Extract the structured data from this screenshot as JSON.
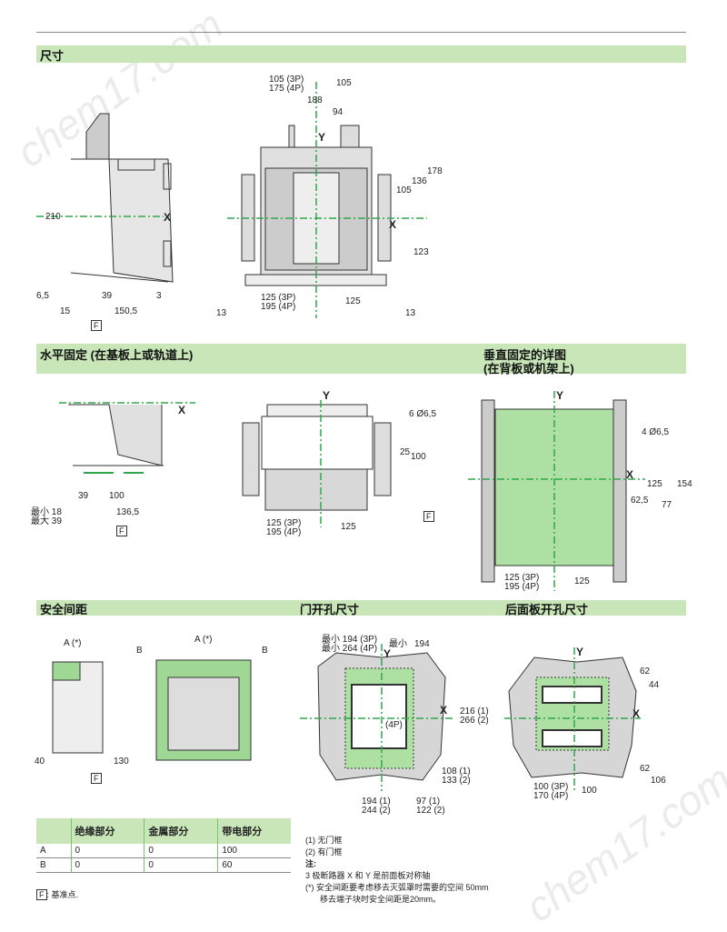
{
  "watermark": "chem17.com",
  "sections": {
    "dimensions": "尺寸",
    "horizontal": "水平固定 (在基板上或轨道上)",
    "vertical_line1": "垂直固定的详图",
    "vertical_line2": "(在背板或机架上)",
    "clearance": "安全间距",
    "door_cutout": "门开孔尺寸",
    "rear_cutout": "后面板开孔尺寸"
  },
  "axes": {
    "x": "X",
    "y": "Y"
  },
  "side_view": {
    "dims": [
      "210",
      "6,5",
      "39",
      "3",
      "15",
      "150,5"
    ],
    "ref": "F"
  },
  "front_view": {
    "dims": [
      "105 (3P)",
      "175 (4P)",
      "105",
      "188",
      "94",
      "178",
      "136",
      "105",
      "123",
      "125 (3P)",
      "195 (4P)",
      "125",
      "13",
      "13"
    ]
  },
  "horizontal": {
    "dims": [
      "39",
      "100",
      "最小 18",
      "最大 39",
      "136,5"
    ],
    "ref": "F"
  },
  "front_mount": {
    "dims": [
      "6 Ø6,5",
      "25",
      "100",
      "125 (3P)",
      "195 (4P)",
      "125"
    ],
    "ref": "F"
  },
  "vertical": {
    "dims": [
      "4 Ø6,5",
      "125",
      "154",
      "62,5",
      "77",
      "125 (3P)",
      "195 (4P)",
      "125"
    ]
  },
  "clearance_view": {
    "a": "A (*)",
    "b": "B",
    "dims": [
      "40",
      "130"
    ],
    "ref": "F"
  },
  "door": {
    "dims": [
      "最小 194 (3P)",
      "最小 264 (4P)",
      "最小",
      "194",
      "216 (1)",
      "266 (2)",
      "(4P)",
      "108 (1)",
      "133 (2)",
      "194 (1)",
      "244 (2)",
      "97 (1)",
      "122 (2)"
    ]
  },
  "rear": {
    "dims": [
      "62",
      "44",
      "62",
      "106",
      "100 (3P)",
      "170 (4P)",
      "100"
    ]
  },
  "table": {
    "headers": [
      "",
      "绝缘部分",
      "金属部分",
      "带电部分"
    ],
    "rows": [
      [
        "A",
        "0",
        "0",
        "100"
      ],
      [
        "B",
        "0",
        "0",
        "60"
      ]
    ]
  },
  "ref_note": {
    "box": "F",
    "text": ": 基准点."
  },
  "notes": [
    "(1) 无门框",
    "(2) 有门框",
    "注:",
    "3 极断路器 X 和 Y 是前面板对称轴",
    "(*)  安全间距要考虑移去灭弧罩时需要的空间 50mm",
    "移去端子块时安全间距是20mm。"
  ],
  "colors": {
    "green_header": "#c8e6b8",
    "axis_green": "#2ea84a",
    "panel_gray": "#d6d6d6"
  }
}
